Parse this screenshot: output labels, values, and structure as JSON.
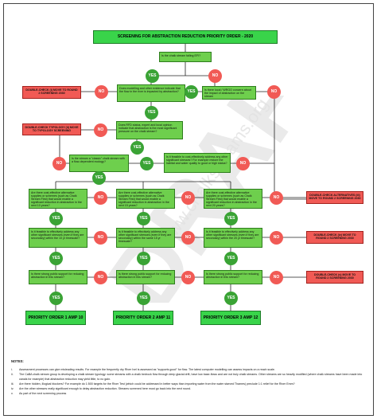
{
  "title": "SCREENING FOR ABSTRACTION REDUCTION PRIORITY ORDER - 2020",
  "watermark": {
    "big": "DRAFT",
    "url": "www.chalkstreams.org"
  },
  "labels": {
    "yes": "YES",
    "no": "NO"
  },
  "questions": {
    "q1": "Is the chalk stream failing EFI?",
    "q2": "Does modelling and other evidence indicate that the flow in the river is impacted by abstraction?",
    "q3": "Is there local / WRGO concern about the impact of abstraction on the stream",
    "q4": "Does RFD status, expert and local opinion indicate that abstraction is the most significant pressure on the chalk stream?",
    "q5": "Is the stream a \"classic\" chalk stream with a flow-dependent ecology?",
    "q6": "Is it feasible to cost-effectively address any other significant stresses? For example restore the habitat and water quality to good or high status?",
    "q7a": "Are there cost-effective alternative supplies or schemes (such as Chalk Stream First) that would enable a significant reduction in abstraction in the next 10 years?",
    "q7b": "Are there cost-effective alternative supplies or schemes (such as Chalk Stream First) that would enable a significant reduction in abstraction in the next 15 years?",
    "q7c": "Are there cost-effective alternative supplies or schemes (such as Chalk Stream First) that would enable a significant reduction in abstraction in the next 20 years?",
    "q8a": "Is it feasible to effectively address any other significant stresses (even if they are secondary) within the 10 yr timescale?",
    "q8b": "Is it feasible to effectively address any other significant stresses (even if they are secondary) within the same 15 yr timescale?",
    "q8c": "Is it feasible to effectively address any other significant stresses (even if they are secondary) within the 20 yr timescale?",
    "q9a": "Is there strong public support for reducing abstraction in this stream?",
    "q9b": "Is there strong public support for reducing abstraction in this stream?",
    "q9c": "Is there strong public support for reducing abstraction in this stream?"
  },
  "red_boxes": {
    "r1": "DOUBLE-CHECK (i) MOVE TO ROUND 2 SCREENING 2030",
    "r2": "DOUBLE-CHECK TYPOLOGY (ii) MOVE TO TYPOLOGY SCREENING",
    "r3": "DOUBLE-CHECK ALTERNATIVES (iii) MOVE TO ROUND 2 SCREENING 2030",
    "r4": "DOUBLE-CHECK (iv) MOVE TO ROUND 2 SCREENING 2030",
    "r5": "DOUBLE-CHECK (v) MOVE TO ROUND 2 SCREENING 2030"
  },
  "priorities": [
    "PRIORITY ORDER 1 AMP 10",
    "PRIORITY ORDER 2 AMP 11",
    "PRIORITY ORDER 3 AMP 12"
  ],
  "notes": {
    "title": "NOTES:",
    "items": [
      {
        "num": "i.",
        "text": "Assessment processes can give misleading results. For example the frequently dry River Ivel is assessed as \"supports good\" for flow. The latest computer modelling can assess impacts on a reach scale."
      },
      {
        "num": "ii.",
        "text": "The CaBA chalk stream group is developing a chalk stream typology: some streams with a chalk bedrock flow through deep glacial drift, have low base-flows and are not truly chalk streams. Other streams are so heavily modified (where chalk streams have been made into canals for example) that abstraction reduction may yield little, to no gain."
      },
      {
        "num": "iii.",
        "text": "Are there hidden, illogical blockers? For example do 1:500 targets for the River Test (which could be addressed in better ways than importing water from the water starved Thames) preclude 1:1 relief for the River Emm?"
      },
      {
        "num": "iv.",
        "text": "Are the other stresses really significant enough to delay abstraction reduction. Streams screened here must go back into the next round."
      },
      {
        "num": "v.",
        "text": "As part of the next screening process"
      }
    ]
  }
}
